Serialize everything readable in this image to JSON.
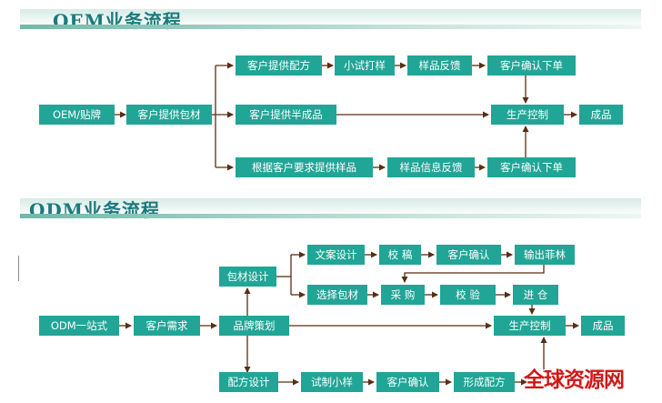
{
  "oem": {
    "title": "OEM业务流程",
    "nodes": {
      "start": "OEM/贴牌",
      "materials": "客户提供包材",
      "formula": "客户提供配方",
      "trial": "小试打样",
      "feedback_top": "样品反馈",
      "confirm_top": "客户确认下单",
      "semi": "客户提供半成品",
      "control": "生产控制",
      "product": "成品",
      "sample_req": "根据客户要求提供样品",
      "info_feedback": "样品信息反馈",
      "confirm_bottom": "客户确认下单"
    }
  },
  "odm": {
    "title": "ODM业务流程",
    "nodes": {
      "start": "ODM一站式",
      "needs": "客户需求",
      "brand": "品牌策划",
      "pack_design": "包材设计",
      "copy": "文案设计",
      "proof": "校 稿",
      "confirm_copy": "客户确认",
      "film": "输出菲林",
      "select_pack": "选择包材",
      "purchase": "采 购",
      "inspect": "校 验",
      "warehouse": "进 仓",
      "control": "生产控制",
      "product": "成品",
      "formula_design": "配方设计",
      "trial_sample": "试制小样",
      "confirm_formula": "客户确认",
      "finalize": "形成配方"
    }
  },
  "watermark": "全球资源网",
  "colors": {
    "box": "#21a596",
    "box_text": "#ffffff",
    "arrow": "#5a2e12",
    "title": "#1a7a7e"
  }
}
